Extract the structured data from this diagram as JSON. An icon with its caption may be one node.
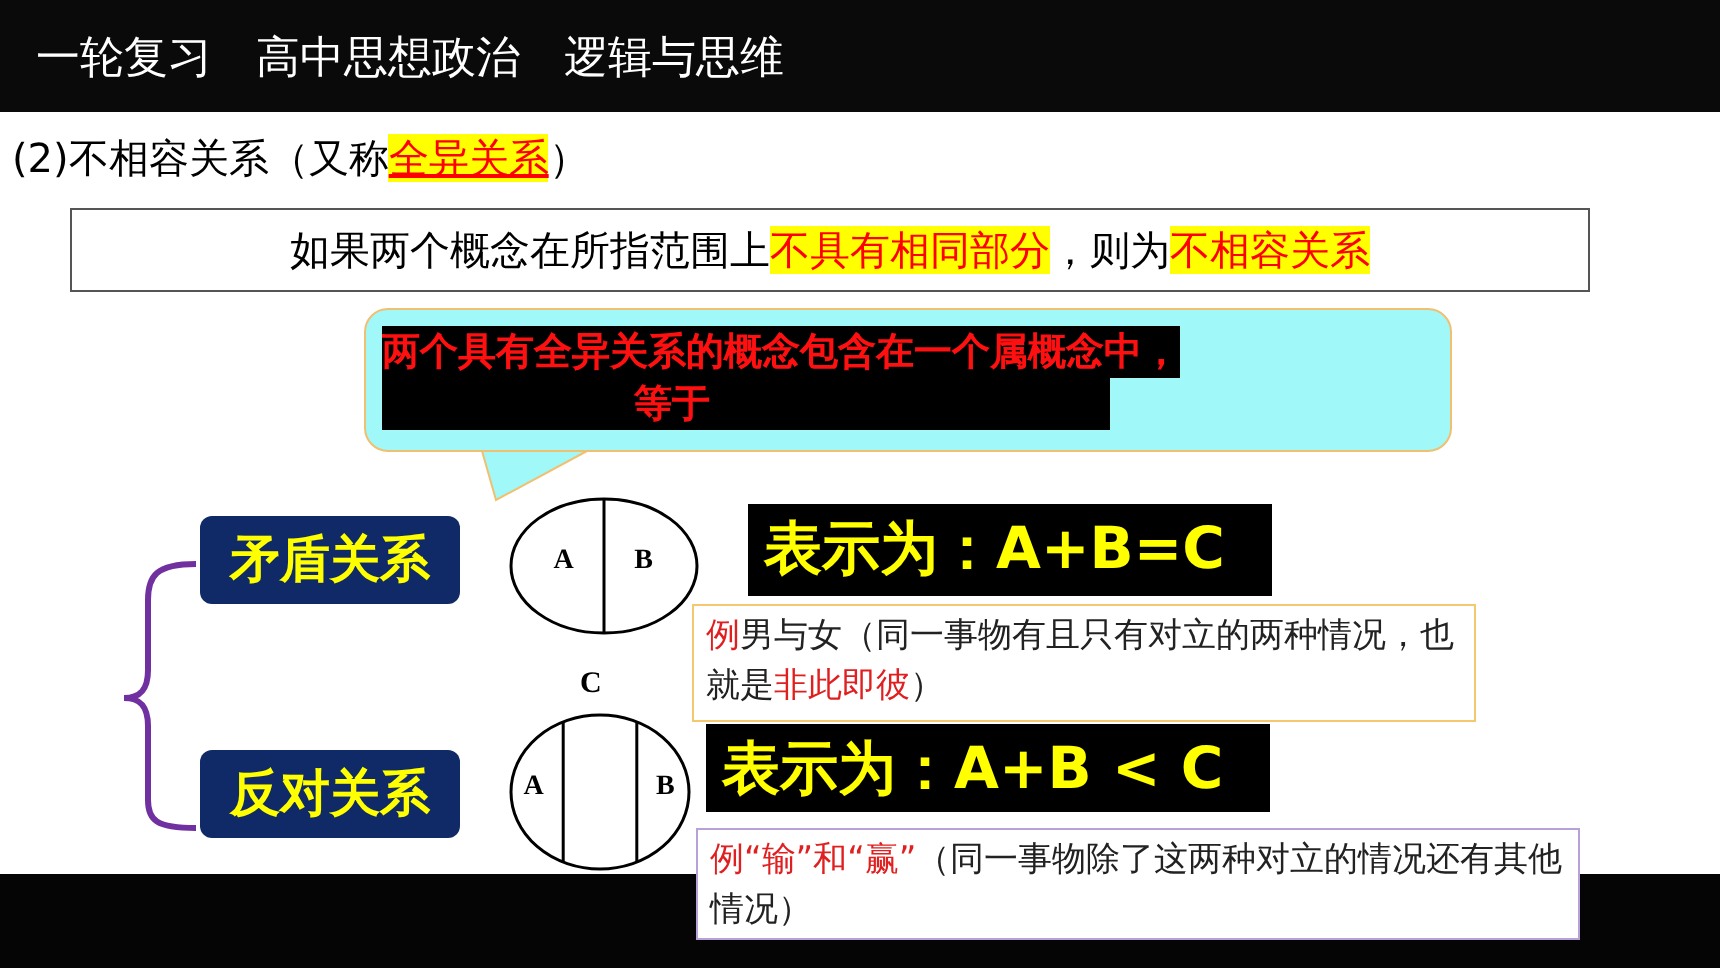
{
  "diagram": {
    "title": "一轮复习　高中思想政治　逻辑与思维",
    "nodes": [
      {
        "text": [
          "如果两个概念在所指范围上**不具有相同部分**，则为**不相容关系**"
        ]
      },
      {
        "text": [
          "两个具有全异关系的概念包含在一个属概念中，",
          "等于"
        ]
      },
      {
        "text": [
          "矛盾关系"
        ]
      },
      {
        "text": [
          "A",
          "B"
        ]
      },
      {
        "text": [
          "表示为：A+B=C"
        ]
      },
      {
        "text": [
          "**例**男与女（同一事物有且只有对立的两种情况，也就是**非此即彼**）"
        ]
      },
      {
        "text": [
          "反对关系"
        ]
      },
      {
        "text": [
          "A",
          "B"
        ],
        "beside": [
          "C"
        ]
      },
      {
        "text": [
          "表示为：A+B < C"
        ]
      },
      {
        "text": [
          "**例“输”和“赢”**（同一事物除了这两种对立的情况还有其他情况）"
        ]
      }
    ],
    "labels": [
      "(2)不相容关系（又称**全异关系**）"
    ]
  }
}
